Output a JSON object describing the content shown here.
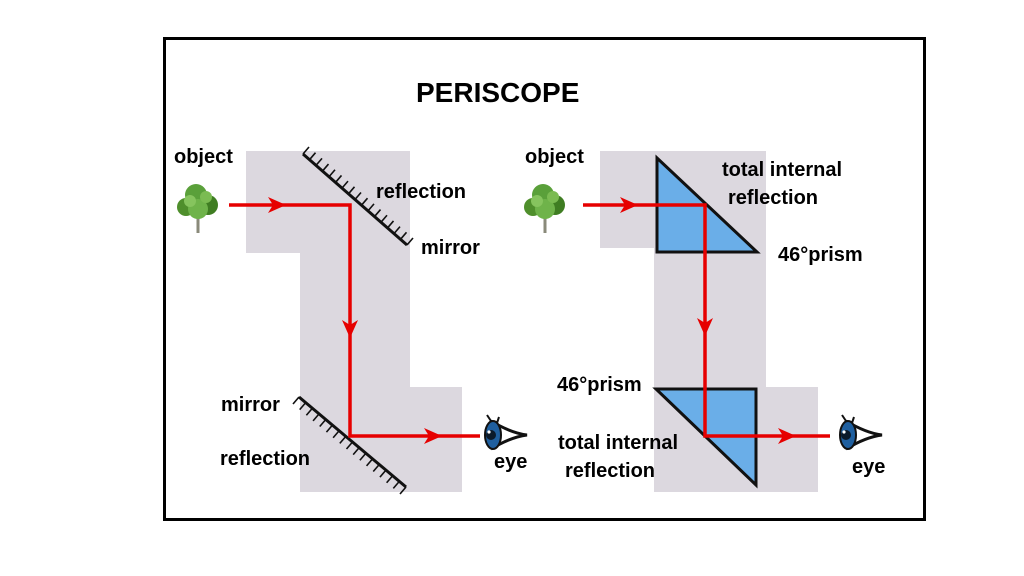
{
  "title": "PERISCOPE",
  "colors": {
    "tube": "#dcd8df",
    "ray": "#e60000",
    "prism": "#6aaee8",
    "border": "#000000"
  },
  "left_diagram": {
    "object_label": "object",
    "top_reflection_label": "reflection",
    "top_mirror_label": "mirror",
    "bottom_mirror_label": "mirror",
    "bottom_reflection_label": "reflection",
    "eye_label": "eye",
    "icons": [
      "tree-icon",
      "eye-icon"
    ]
  },
  "right_diagram": {
    "object_label": "object",
    "top_tir_label_line1": "total internal",
    "top_tir_label_line2": "reflection",
    "top_prism_label": "46°prism",
    "bottom_prism_label": "46°prism",
    "bottom_tir_label_line1": "total internal",
    "bottom_tir_label_line2": "reflection",
    "eye_label": "eye",
    "icons": [
      "tree-icon",
      "eye-icon"
    ]
  }
}
